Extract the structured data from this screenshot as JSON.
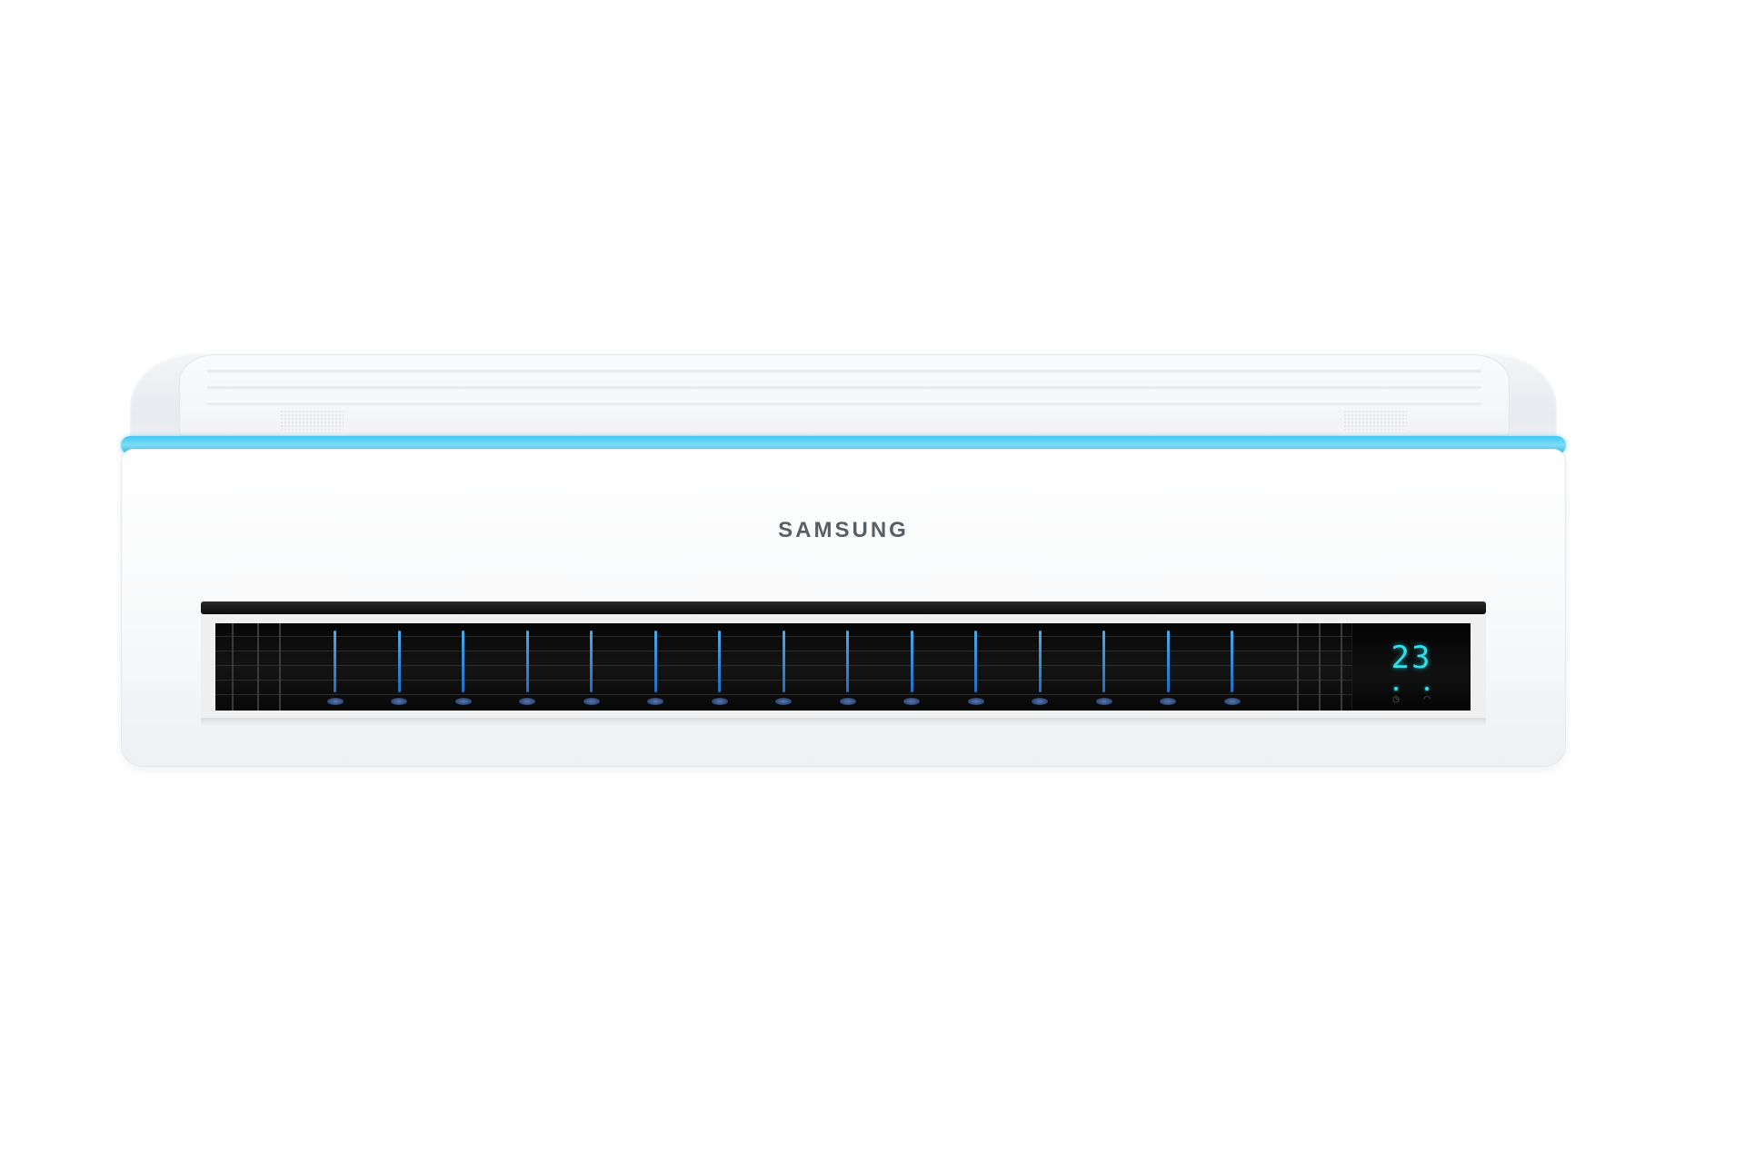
{
  "brand": {
    "logo_text": "SAMSUNG"
  },
  "display": {
    "temperature": "23",
    "indicators": [
      "timer-icon",
      "wifi-icon"
    ],
    "digit_color": "#2fe0e8"
  },
  "colors": {
    "accent_band": "#3ec8f0",
    "louver_blade": "#2f86d8",
    "body": "#f8f9fa",
    "outlet": "#0a0a0a"
  },
  "louvers": {
    "count": 15
  }
}
